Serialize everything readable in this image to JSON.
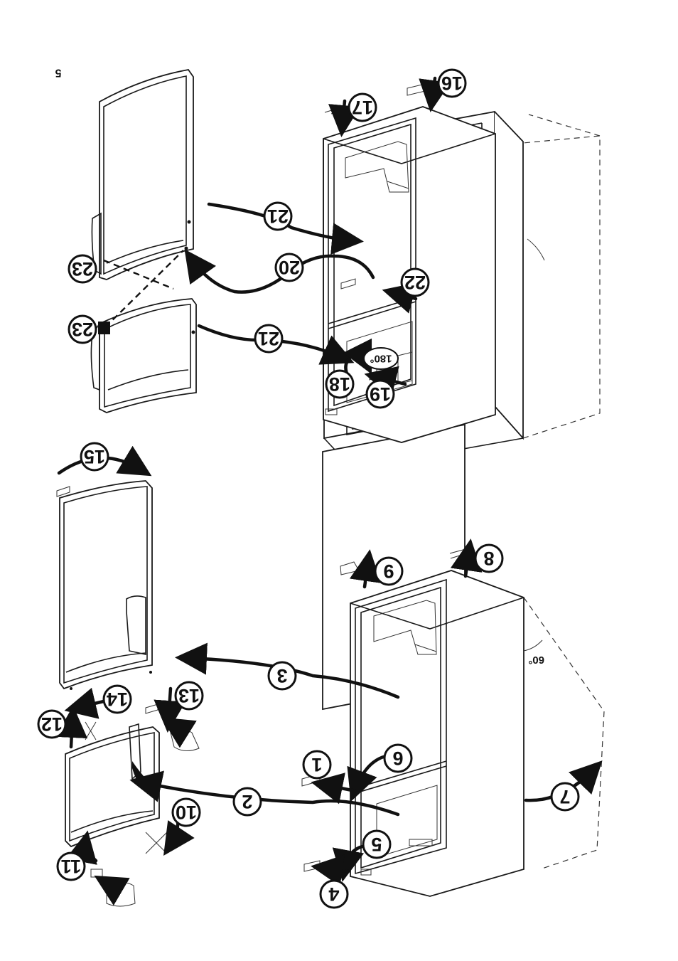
{
  "page_number": "5",
  "angle_label": "60°",
  "rotation_label": "180°",
  "steps": {
    "s1": "1",
    "s2": "2",
    "s3": "3",
    "s4": "4",
    "s5": "5",
    "s6": "6",
    "s7": "7",
    "s8": "8",
    "s9": "9",
    "s10": "10",
    "s11": "11",
    "s12": "12",
    "s13": "13",
    "s14": "14",
    "s15": "15",
    "s16": "16",
    "s17": "17",
    "s18": "18",
    "s19": "19",
    "s20": "20",
    "s21a": "21",
    "s21b": "21",
    "s22": "22",
    "s23a": "23",
    "s23b": "23"
  }
}
